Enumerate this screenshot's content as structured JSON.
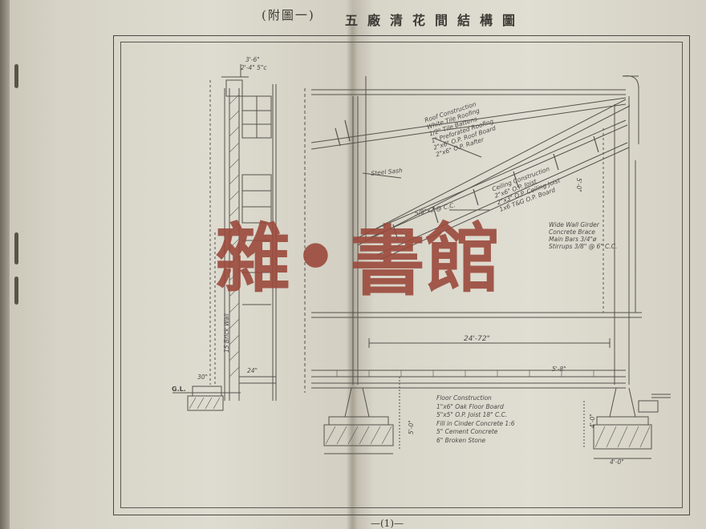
{
  "document": {
    "title_prefix": "(附圖一)",
    "title": "五廠清花間結構圖",
    "page_number": "—(1)—"
  },
  "watermark": {
    "chars": [
      "雜",
      "書",
      "館"
    ],
    "separator": "●"
  },
  "drawing": {
    "labels": {
      "roof_construction_title": "Roof Construction",
      "roof_line1": "White Tile Roofing",
      "roof_line2": "1/2\" Tile Battens",
      "roof_line3": "1\" Preforated Roofing",
      "roof_line4": "2\"x6\" O.P. Roof Board",
      "roof_line5": "2\"x6\" O.P. Rafter",
      "steel_sash": "Steel Sash",
      "spacing_top": "5'-0\"",
      "spacing_mid": "5'-8\"",
      "ceiling_title": "Ceiling Construction",
      "ceiling_line1": "2\"x6\" O.P. Joist",
      "ceiling_line2": "2\"x3\" O.P. Ceiling Joist",
      "ceiling_line3": "1x6 T&G O.P. Board",
      "ceiling_note": "5/8\"x2'@ C.C.",
      "wall_title": "Wide Wall Girder",
      "wall_line1": "Concrete Brace",
      "wall_line2": "Main Bars 3/4\"ø",
      "wall_line3": "Stirrups 3/8\" @ 6\" C.C.",
      "brick_wall": "15 Brick Wall",
      "span": "24'-72\"",
      "dim_gl": "G.L.",
      "dim_30": "30\"",
      "dim_24": "24\"",
      "floor_title": "Floor Construction",
      "floor_line1": "1\"x6\" Oak Floor Board",
      "floor_line2": "5\"x5\" O.P. Joist 18\" C.C.",
      "floor_line3": "Fill in Cinder Concrete 1:6",
      "floor_line4": "5\" Cement Concrete",
      "floor_line5": "6\" Broken Stone",
      "foot_dim": "5'-0\"",
      "foot_dim2": "4'-0\"",
      "col_dim": "4'-0\"",
      "top_dim": "3'-6\"",
      "top_dim2": "2'-4\" 5\"c"
    }
  }
}
